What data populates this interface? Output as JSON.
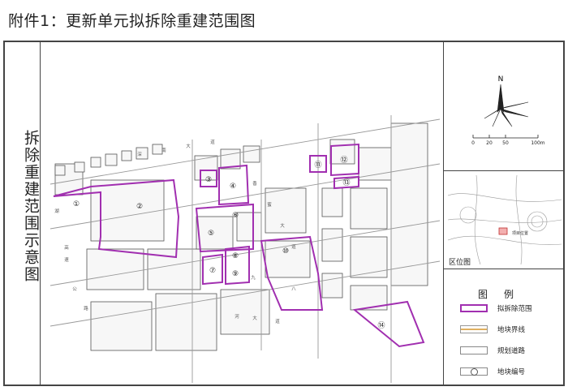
{
  "title": "附件1：更新单元拟拆除重建范围图",
  "side_title": "拆除重建范围示意图",
  "compass": {
    "north": "N",
    "scale_ticks": [
      "0",
      "20",
      "50",
      "100m"
    ]
  },
  "inset": {
    "label": "区位图",
    "site_label": "项目位置"
  },
  "legend": {
    "title": "图例",
    "items": [
      {
        "label": "拟拆除范围",
        "color": "#a12fb0"
      },
      {
        "label": "地块界线",
        "color": "#e0b060"
      },
      {
        "label": "规划道路",
        "color": "#888888"
      },
      {
        "label": "地块编号",
        "color": "#888888"
      }
    ]
  },
  "parcels": [
    "①",
    "②",
    "③",
    "④",
    "⑤",
    "⑥",
    "⑦",
    "⑧",
    "⑨",
    "⑩",
    "⑪",
    "⑫",
    "⑬",
    "⑭"
  ],
  "road_labels": [
    "深",
    "南",
    "大",
    "道",
    "香",
    "蜜",
    "大",
    "道",
    "九",
    "公",
    "路",
    "八",
    "河",
    "大",
    "道",
    "高",
    "速",
    "湖"
  ]
}
